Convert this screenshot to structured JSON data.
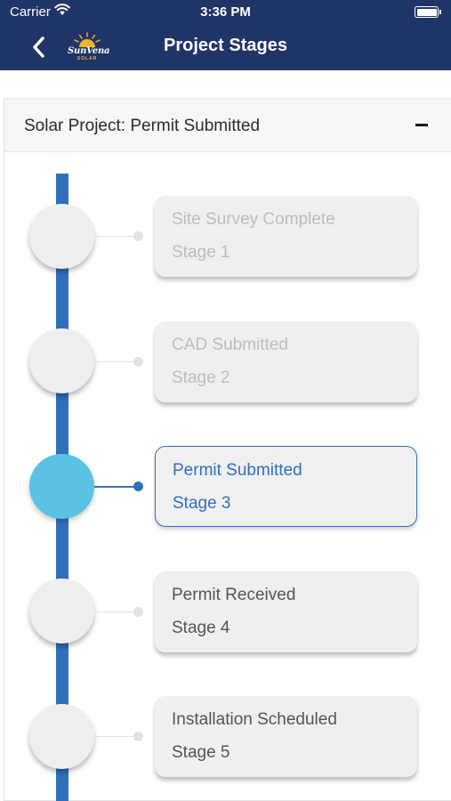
{
  "status_bar": {
    "carrier": "Carrier",
    "time": "3:36 PM"
  },
  "header": {
    "title": "Project Stages",
    "logo_text": "SunVena",
    "logo_subtext": "SOLAR"
  },
  "panel": {
    "title": "Solar Project: Permit Submitted"
  },
  "stages": [
    {
      "name": "Site Survey Complete",
      "stage": "Stage 1",
      "status": "done"
    },
    {
      "name": "CAD Submitted",
      "stage": "Stage 2",
      "status": "done"
    },
    {
      "name": "Permit Submitted",
      "stage": "Stage 3",
      "status": "active"
    },
    {
      "name": "Permit Received",
      "stage": "Stage 4",
      "status": "todo"
    },
    {
      "name": "Installation Scheduled",
      "stage": "Stage 5",
      "status": "todo"
    }
  ],
  "colors": {
    "header": "#1f3567",
    "accent": "#2f70bd",
    "active_node": "#5ac2e3"
  }
}
